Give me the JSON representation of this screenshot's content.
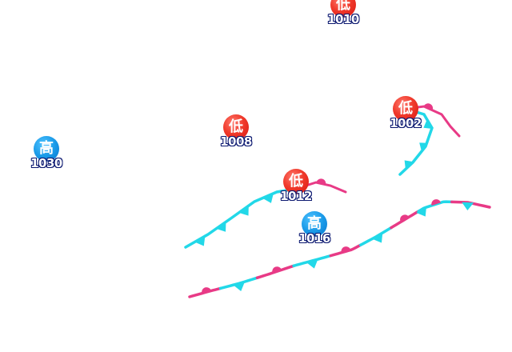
{
  "pressure_centers": [
    {
      "id": "low-top",
      "type": "low",
      "symbol": "低",
      "value": "1010"
    },
    {
      "id": "low-1008",
      "type": "low",
      "symbol": "低",
      "value": "1008"
    },
    {
      "id": "low-1002",
      "type": "low",
      "symbol": "低",
      "value": "1002"
    },
    {
      "id": "low-1012",
      "type": "low",
      "symbol": "低",
      "value": "1012"
    },
    {
      "id": "high-1030",
      "type": "high",
      "symbol": "高",
      "value": "1030"
    },
    {
      "id": "high-1016",
      "type": "high",
      "symbol": "高",
      "value": "1016"
    }
  ],
  "colors": {
    "cold_front": "#22d8e8",
    "warm_front": "#e83a86",
    "low": "#e8211a",
    "high": "#148fe0",
    "value_outline": "#0b1870"
  },
  "fronts": [
    {
      "id": "front-1012",
      "kind": "cold-warm"
    },
    {
      "id": "front-1002",
      "kind": "cold-warm"
    },
    {
      "id": "front-south",
      "kind": "stationary"
    }
  ]
}
